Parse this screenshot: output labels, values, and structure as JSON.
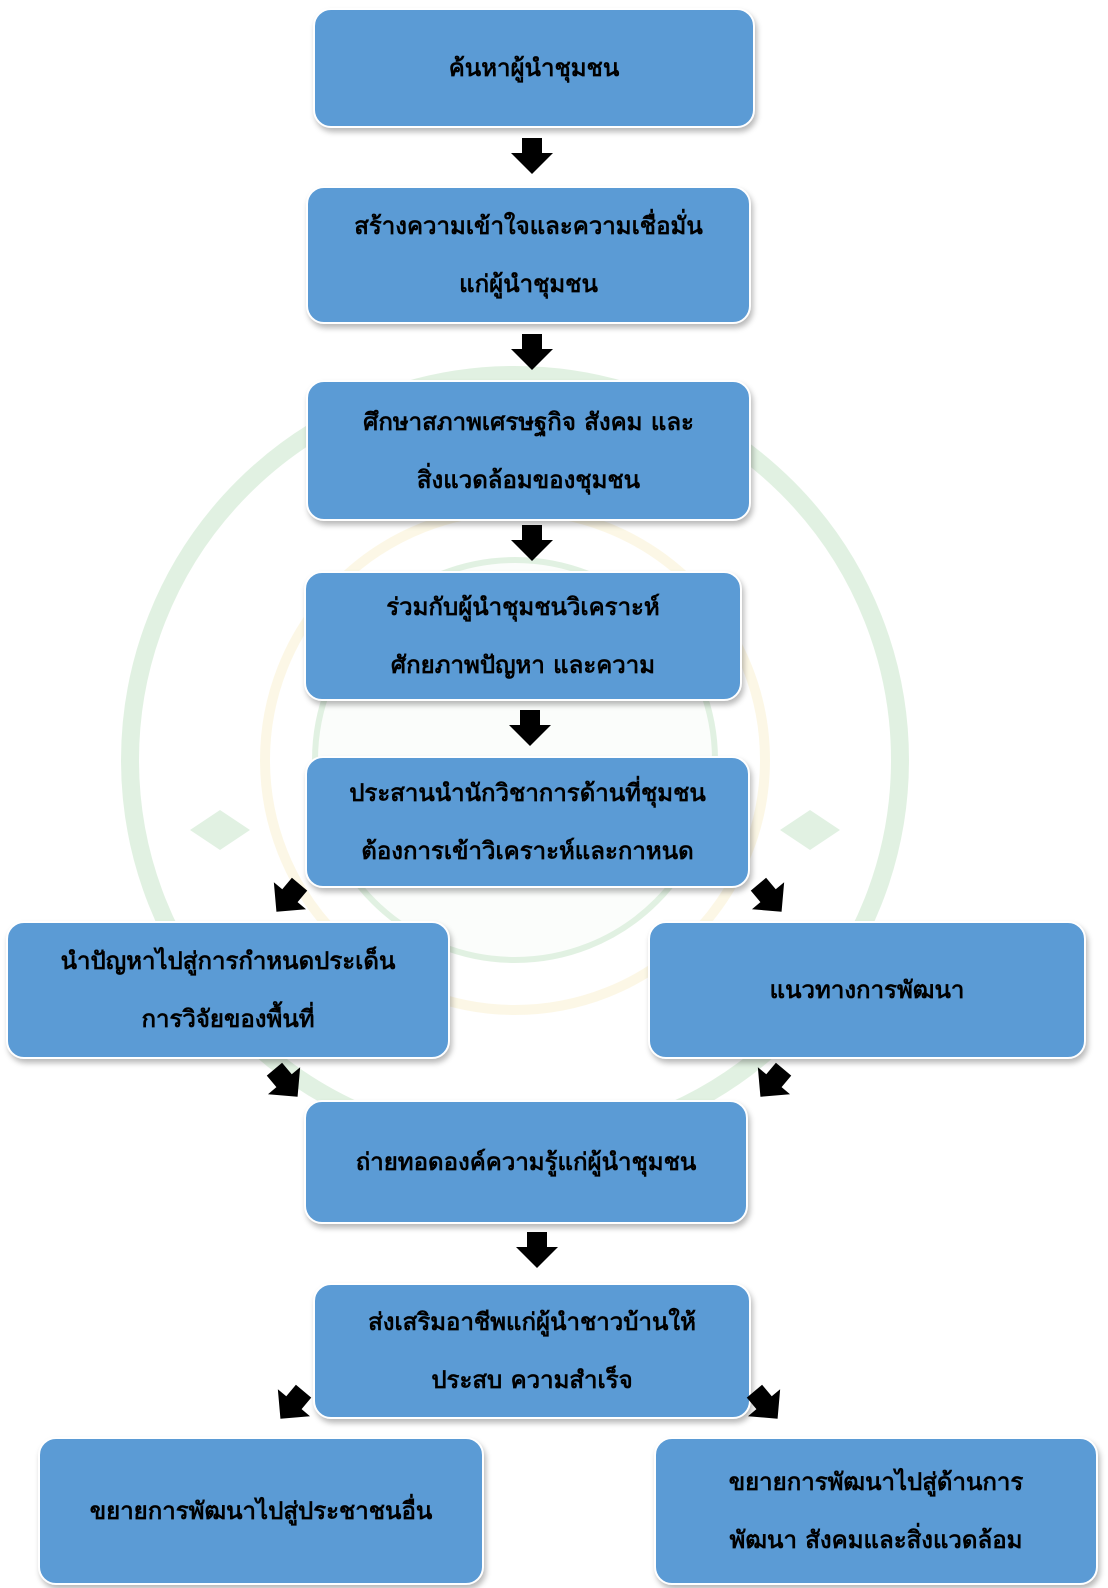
{
  "colors": {
    "box_fill": "#5b9bd5",
    "box_text": "#000000",
    "arrow": "#000000",
    "watermark": "#4caf50"
  },
  "nodes": {
    "n1": "ค้นหาผู้นำชุมชน",
    "n2": "สร้างความเข้าใจและความเชื่อมั่น\nแก่ผู้นำชุมชน",
    "n3": "ศึกษาสภาพเศรษฐกิจ สังคม และ\nสิ่งแวดล้อมของชุมชน",
    "n4": "ร่วมกับผู้นำชุมชนวิเคราะห์\nศักยภาพปัญหา และความ",
    "n5": "ประสานนำนักวิชาการด้านที่ชุมชน\nต้องการเข้าวิเคราะห์และกาหนด",
    "n6": "นำปัญหาไปสู่การกำหนดประเด็น\nการวิจัยของพื้นที่",
    "n7": "แนวทางการพัฒนา",
    "n8": "ถ่ายทอดองค์ความรู้แก่ผู้นำชุมชน",
    "n9": "ส่งเสริมอาชีพแก่ผู้นำชาวบ้านให้\nประสบ ความสำเร็จ",
    "n10": "ขยายการพัฒนาไปสู่ประชาชนอื่น",
    "n11": "ขยายการพัฒนาไปสู่ด้านการ\nพัฒนา สังคมและสิ่งแวดล้อม"
  }
}
